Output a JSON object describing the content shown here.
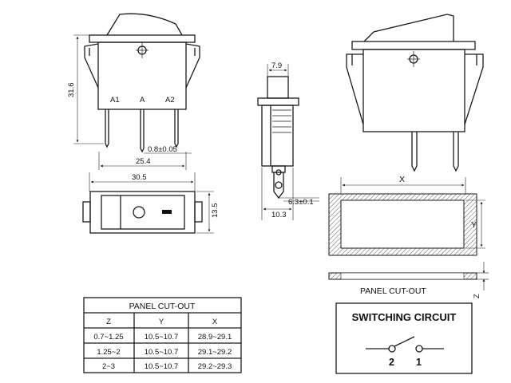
{
  "front_view": {
    "terminals": [
      "A1",
      "A",
      "A2"
    ],
    "height_dim": "31.6",
    "pin_dim": "0.8±0.05",
    "pitch_dim": "25.4"
  },
  "side_view": {
    "top_width": "7.9",
    "pin_offset": "6.3±0.1",
    "base_width": "10.3"
  },
  "top_view": {
    "width_dim": "30.5",
    "height_dim": "13.5"
  },
  "cutout": {
    "x_label": "X",
    "y_label": "Y",
    "z_label": "Z",
    "caption": "PANEL CUT-OUT"
  },
  "table": {
    "title": "PANEL CUT-OUT",
    "headers": [
      "Z",
      "Y",
      "X"
    ],
    "rows": [
      [
        "0.7~1.25",
        "10.5~10.7",
        "28.9~29.1"
      ],
      [
        "1.25~2",
        "10.5~10.7",
        "29.1~29.2"
      ],
      [
        "2~3",
        "10.5~10.7",
        "29.2~29.3"
      ]
    ]
  },
  "circuit": {
    "title": "SWITCHING CIRCUIT",
    "terminal_left": "2",
    "terminal_right": "1"
  }
}
